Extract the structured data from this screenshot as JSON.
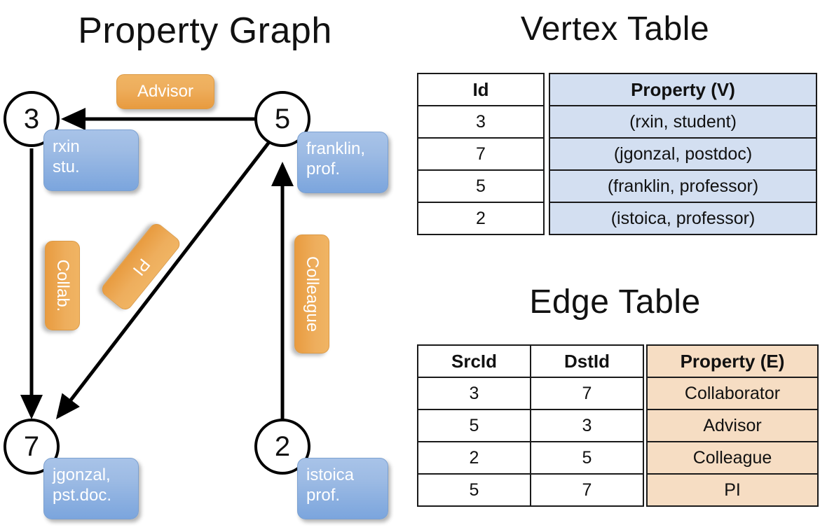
{
  "titles": {
    "property_graph": "Property Graph",
    "vertex_table": "Vertex Table",
    "edge_table": "Edge Table"
  },
  "colors": {
    "vertex_property_fill": "#d3dff1",
    "edge_property_fill": "#f6ddc3",
    "node_property_box": "#9dbbe4",
    "edge_label_badge": "#eeae5d",
    "stroke": "#000000"
  },
  "graph": {
    "nodes": [
      {
        "id": "3",
        "property": "rxin\nstu.",
        "property_line1": "rxin",
        "property_line2": "stu."
      },
      {
        "id": "5",
        "property": "franklin,\nprof.",
        "property_line1": "franklin,",
        "property_line2": "prof."
      },
      {
        "id": "7",
        "property": "jgonzal,\npst.doc.",
        "property_line1": "jgonzal,",
        "property_line2": "pst.doc."
      },
      {
        "id": "2",
        "property": "istoica\nprof.",
        "property_line1": "istoica",
        "property_line2": "prof."
      }
    ],
    "edge_labels": [
      {
        "label": "Advisor",
        "from": "5",
        "to": "3"
      },
      {
        "label": "Collab.",
        "from": "3",
        "to": "7"
      },
      {
        "label": "PI",
        "from": "5",
        "to": "7"
      },
      {
        "label": "Colleague",
        "from": "2",
        "to": "5"
      }
    ]
  },
  "vertex_table": {
    "headers": [
      "Id",
      "Property (V)"
    ],
    "rows": [
      {
        "id": "3",
        "property": "(rxin, student)"
      },
      {
        "id": "7",
        "property": "(jgonzal, postdoc)"
      },
      {
        "id": "5",
        "property": "(franklin, professor)"
      },
      {
        "id": "2",
        "property": "(istoica, professor)"
      }
    ]
  },
  "edge_table": {
    "headers": [
      "SrcId",
      "DstId",
      "Property (E)"
    ],
    "rows": [
      {
        "src": "3",
        "dst": "7",
        "property": "Collaborator"
      },
      {
        "src": "5",
        "dst": "3",
        "property": "Advisor"
      },
      {
        "src": "2",
        "dst": "5",
        "property": "Colleague"
      },
      {
        "src": "5",
        "dst": "7",
        "property": "PI"
      }
    ]
  }
}
